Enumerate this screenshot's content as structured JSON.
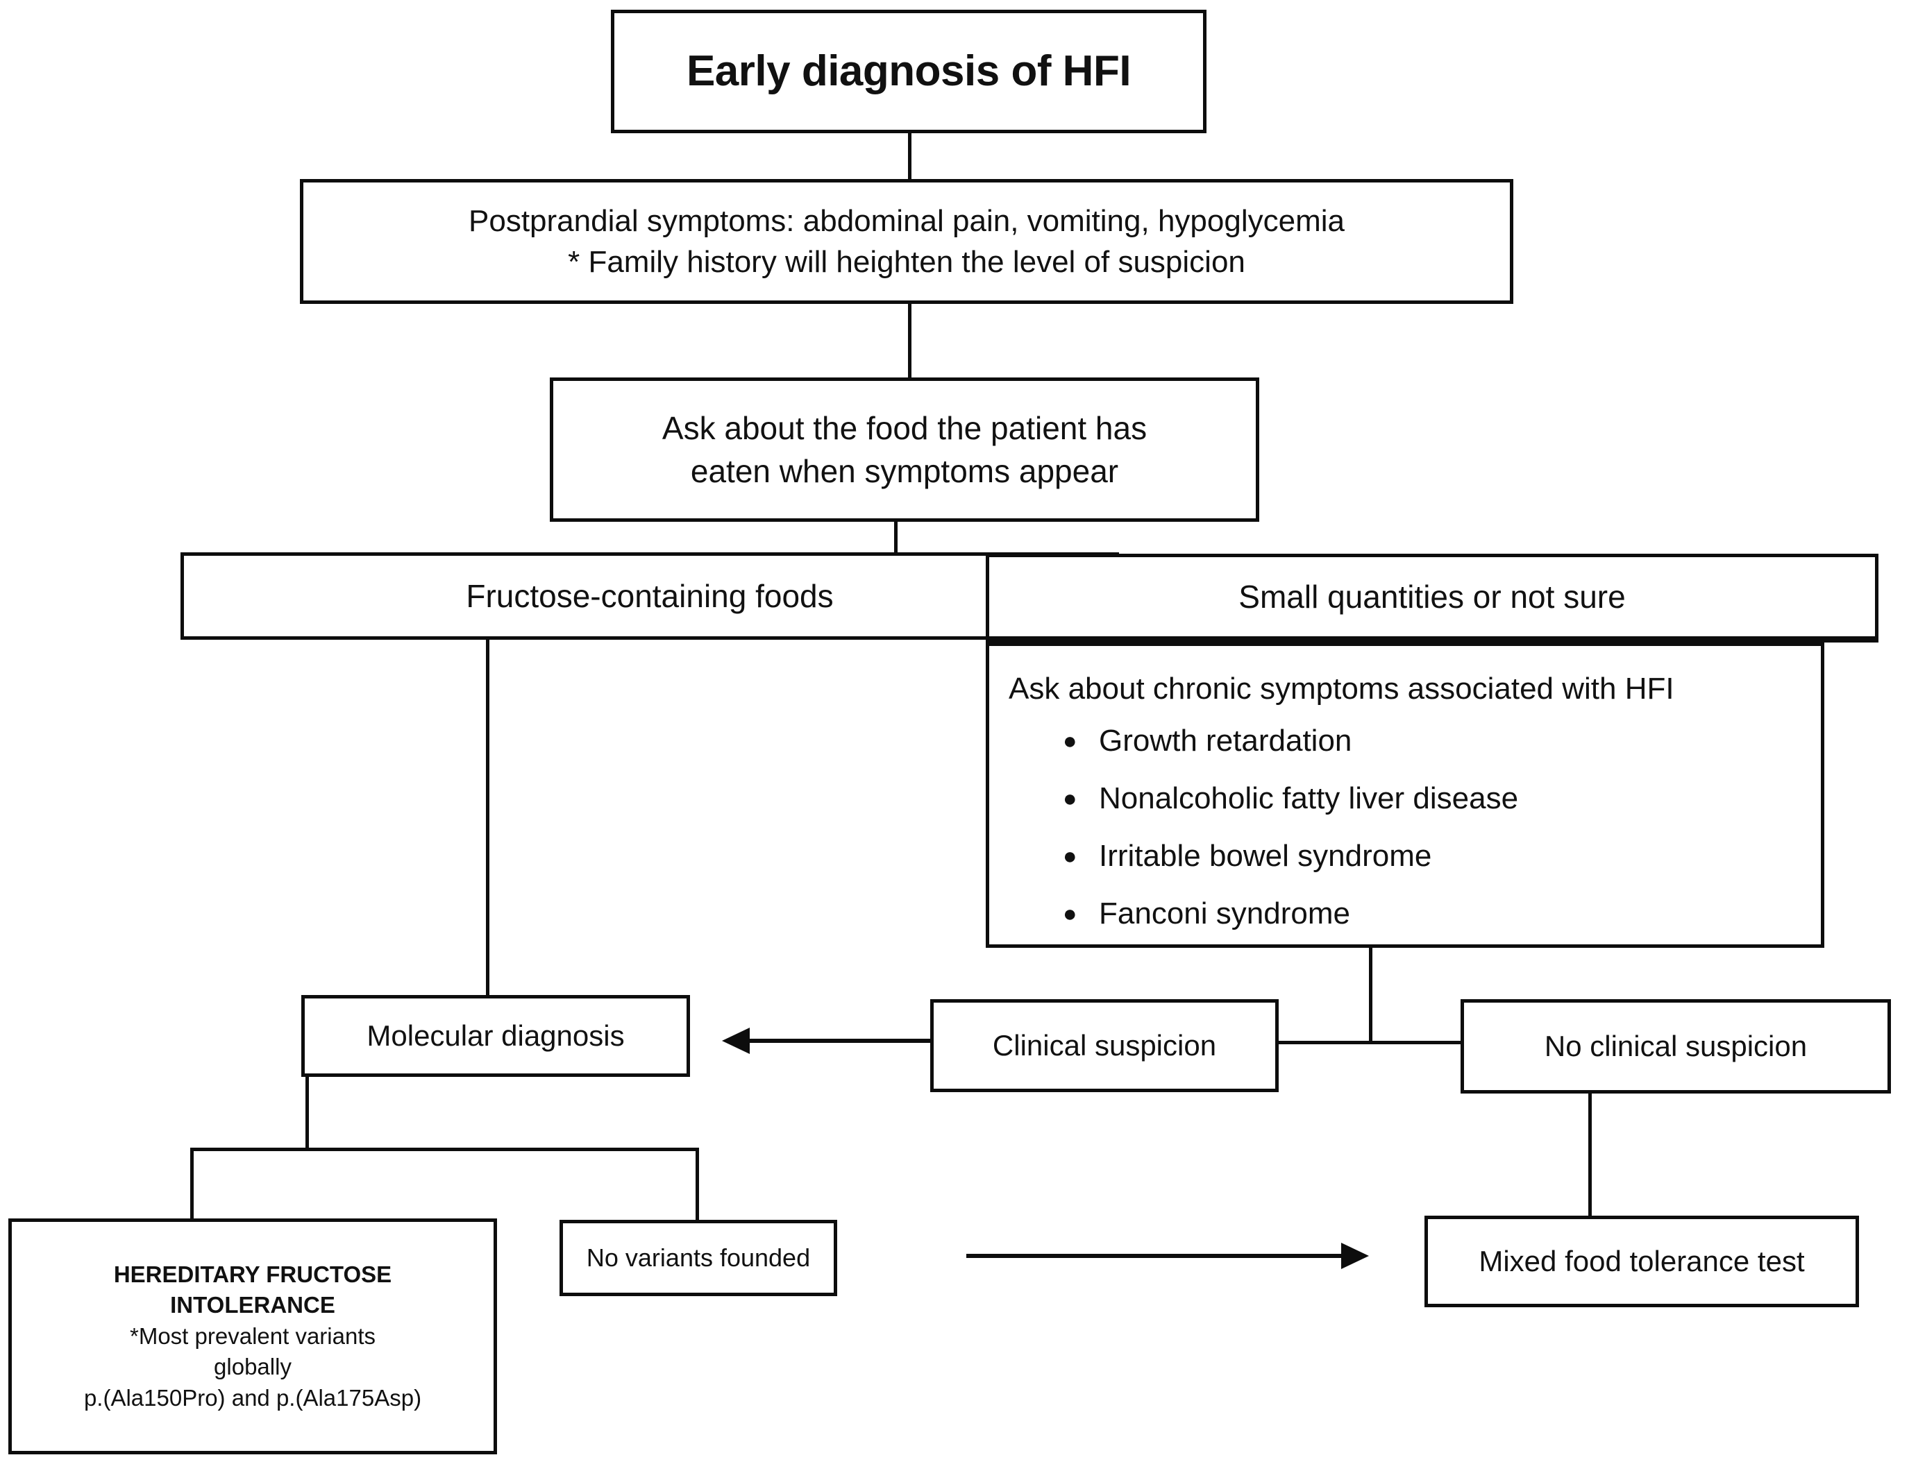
{
  "diagram": {
    "title": "Early diagnosis of HFI",
    "nodes": {
      "root": {
        "label": "Early diagnosis of HFI"
      },
      "symptoms": {
        "line1": "Postprandial symptoms: abdominal pain, vomiting, hypoglycemia",
        "line2": "* Family history will heighten the level of suspicion"
      },
      "ask_food": {
        "line1": "Ask about the food the patient has",
        "line2": "eaten when symptoms appear"
      },
      "fructose_foods": {
        "label": "Fructose-containing foods"
      },
      "small_quantities": {
        "label": "Small quantities or not sure"
      },
      "chronic": {
        "heading": "Ask about chronic symptoms associated with HFI",
        "bullet_glyph": "●",
        "items": [
          "Growth retardation",
          "Nonalcoholic fatty liver disease",
          "Irritable bowel syndrome",
          "Fanconi syndrome"
        ]
      },
      "molecular": {
        "label": "Molecular diagnosis"
      },
      "clinical_suspicion": {
        "label": "Clinical suspicion"
      },
      "no_clinical_suspicion": {
        "label": "No clinical suspicion"
      },
      "hfi_result": {
        "line1": "HEREDITARY FRUCTOSE",
        "line2": "INTOLERANCE",
        "line3": "*Most prevalent variants",
        "line4": "globally",
        "line5": "p.(Ala150Pro) and p.(Ala175Asp)"
      },
      "no_variants": {
        "label": "No variants founded"
      },
      "mixed_food_test": {
        "label": "Mixed food tolerance test"
      }
    },
    "colors": {
      "stroke": "#0d0d0d",
      "background": "#ffffff",
      "text": "#111111"
    }
  }
}
